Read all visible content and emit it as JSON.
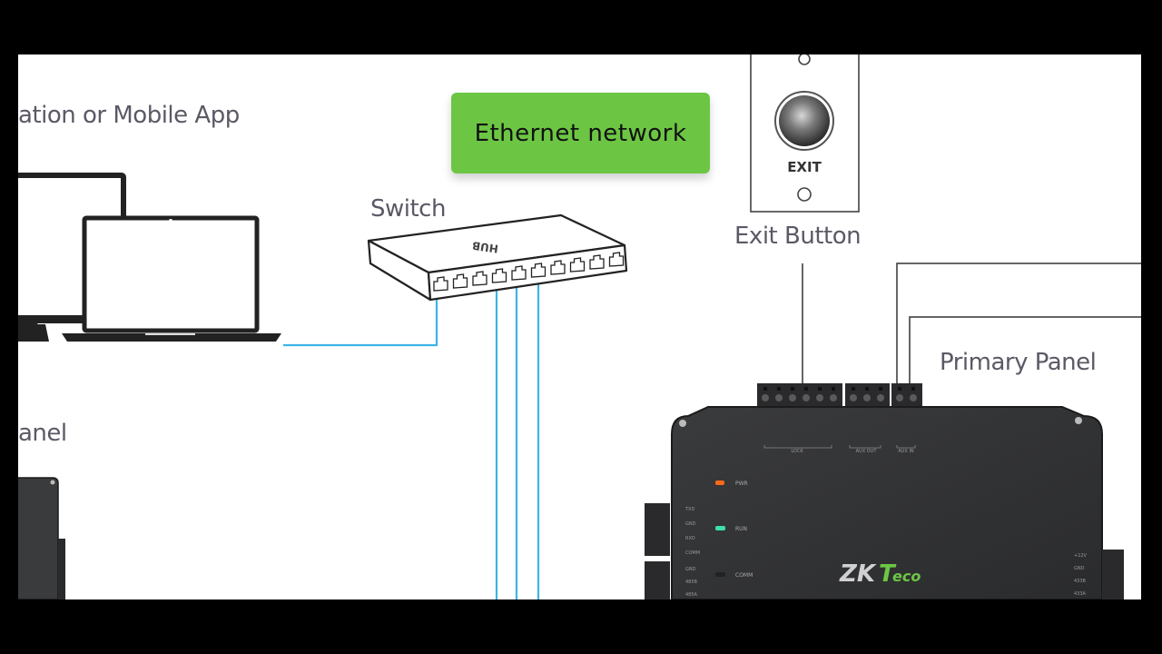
{
  "diagram": {
    "labels": {
      "app": "ation or Mobile App",
      "switch": "Switch",
      "exit_button": "Exit Button",
      "primary_panel": "Primary Panel",
      "secondary_panel": "anel"
    },
    "badge": {
      "text": "Ethernet network",
      "color": "#6cc644"
    },
    "switch_device": {
      "top_text": "HUB",
      "port_count": 10
    },
    "exit_device": {
      "text": "EXIT"
    },
    "panel_device": {
      "brand_zk": "ZK",
      "brand_t": "T",
      "brand_eco": "eco",
      "led_pwr": "PWR",
      "led_run": "RUN",
      "led_comm": "COMM",
      "group_lock": "LOCK",
      "group_aux_out": "AUX OUT",
      "group_aux_in": "AUX IN",
      "left_pins": [
        "TXD",
        "GND",
        "RXD",
        "COMM"
      ],
      "left_pins2": [
        "GND",
        "485B",
        "485A"
      ],
      "right_pins": [
        "+12V",
        "GND",
        "433B",
        "433A"
      ]
    },
    "colors": {
      "cable": "#3db4e6",
      "wire": "#333333",
      "panel_body": "#2e2f31",
      "led_pwr": "#ff6a1a",
      "led_run": "#3de0a8",
      "brand_green": "#6cc644"
    }
  }
}
